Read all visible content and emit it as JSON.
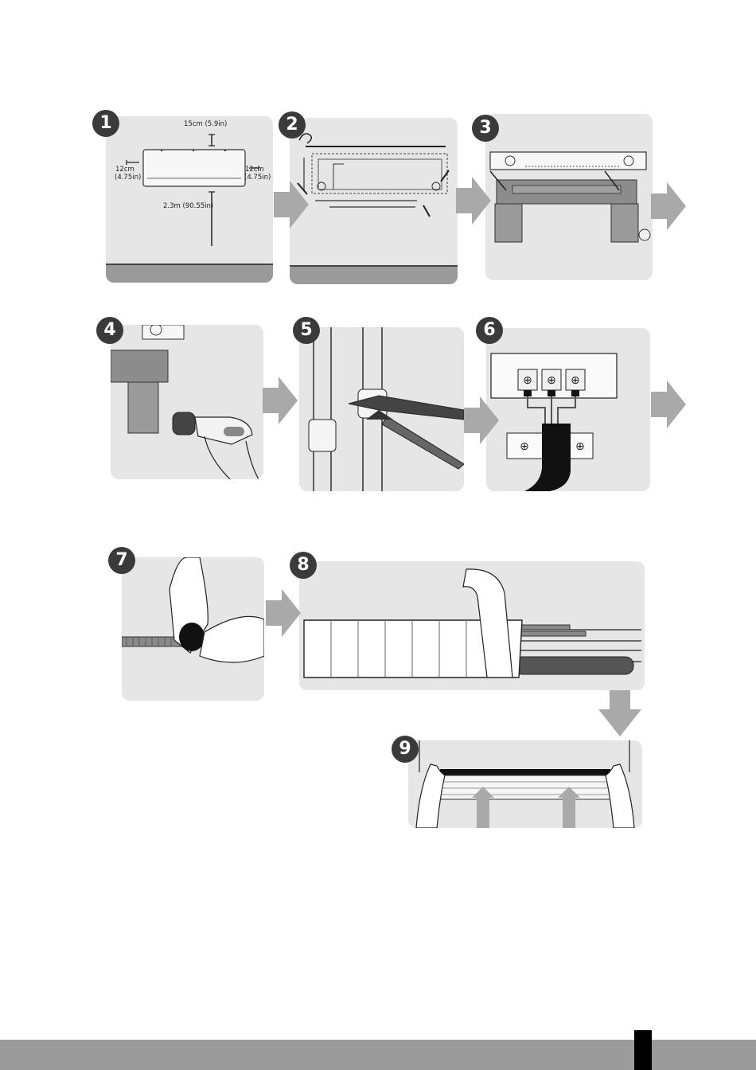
{
  "steps": [
    {
      "number": "1"
    },
    {
      "number": "2"
    },
    {
      "number": "3"
    },
    {
      "number": "4"
    },
    {
      "number": "5"
    },
    {
      "number": "6"
    },
    {
      "number": "7"
    },
    {
      "number": "8"
    },
    {
      "number": "9"
    }
  ],
  "step1": {
    "top_clearance": "15cm (5.9in)",
    "left_clearance_1": "12cm",
    "left_clearance_2": "(4.75in)",
    "right_clearance_1": "12cm",
    "right_clearance_2": "(4.75in)",
    "floor_height": "2.3m (90.55in)"
  },
  "colors": {
    "panel": "#e6e6e6",
    "arrow": "#a9a9a9",
    "badge": "#3a3a3a",
    "floor": "#9a9a9a",
    "footer": "#9b9b9b"
  }
}
